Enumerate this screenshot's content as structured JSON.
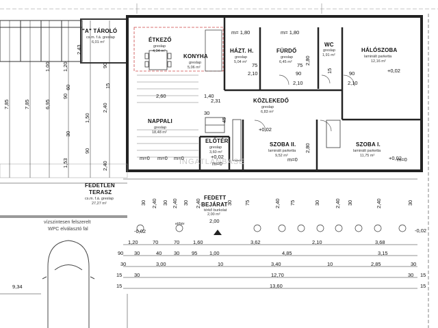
{
  "rooms": {
    "tarolo": {
      "name": "\"A\" TÁROLÓ",
      "sub1": "cs.m. f.á. greslap",
      "sub2": "6,01 m²"
    },
    "etkezo": {
      "name": "ÉTKEZŐ",
      "sub1": "greslap",
      "sub2": "4,94 m²"
    },
    "konyha": {
      "name": "KONYHA",
      "sub1": "greslap",
      "sub2": "5,06 m²"
    },
    "haztar": {
      "name": "HÁZT. H.",
      "sub1": "greslap",
      "sub2": "5,04 m²"
    },
    "furdo": {
      "name": "FÜRDŐ",
      "sub1": "greslap",
      "sub2": "6,45 m²"
    },
    "wc": {
      "name": "WC",
      "sub1": "greslap",
      "sub2": "1,91 m²"
    },
    "haloszoba": {
      "name": "HÁLÓSZOBA",
      "sub1": "laminált parketta",
      "sub2": "12,16 m²"
    },
    "kozlekedo": {
      "name": "KÖZLEKEDŐ",
      "sub1": "greslap",
      "sub2": "6,83 m²"
    },
    "nappali": {
      "name": "NAPPALI",
      "sub1": "greslap",
      "sub2": "18,48 m²"
    },
    "eloter": {
      "name": "ELŐTÉR",
      "sub1": "greslap",
      "sub2": "3,60 m²"
    },
    "szoba2": {
      "name": "SZOBA II.",
      "sub1": "laminált parketta",
      "sub2": "9,52 m²"
    },
    "szoba1": {
      "name": "SZOBA I.",
      "sub1": "laminált parketta",
      "sub2": "11,75 m²"
    },
    "terasz": {
      "name": "FEDETLEN",
      "name2": "TERASZ",
      "sub1": "cs.m. f.á. greslap",
      "sub2": "27,27 m²"
    },
    "bejarat": {
      "name": "FEDETT",
      "name2": "BEJÁRAT",
      "sub1": "térkő burkolat",
      "sub2": "2,00 m²"
    }
  },
  "notes": {
    "fence": "vízszintesen felszerelt",
    "fence2": "WPC elválasztó fal",
    "eloter_outside": "előtér",
    "watermark": "INGATLANBASE"
  },
  "levels": {
    "m180a": "m= 1,80",
    "m180b": "m= 1,80",
    "m0a": "m=0",
    "m0b": "m=0",
    "m0c": "m=0",
    "m0d": "m=0",
    "m0e": "m=0",
    "m0f": "m=0",
    "p002a": "+0,02",
    "p002b": "+0,02",
    "p002c": "+0,02",
    "p002d": "+0,02",
    "n002a": "-0,02",
    "n002b": "-0,02"
  },
  "dims_bottom": {
    "row1": [
      "1,20",
      "70",
      "70",
      "1,60",
      "3,62",
      "2,10",
      "3,68"
    ],
    "row2": [
      "90",
      "30",
      "40",
      "30",
      "95",
      "1,00",
      "4,85",
      "3,15"
    ],
    "row3": [
      "30",
      "3,00",
      "10",
      "3,40",
      "10",
      "2,85",
      "30"
    ],
    "row4": [
      "15",
      "30",
      "12,70",
      "30",
      "15"
    ],
    "row5": [
      "15",
      "13,60",
      "15"
    ],
    "bejarat_width": "2,00",
    "left_total": "9,34"
  },
  "dims_upper": {
    "t1": "30",
    "t2": "2,40",
    "t3": "30",
    "t4": "2,40",
    "t5": "30",
    "t6": "2,40",
    "t7": "30",
    "t8": "75",
    "t9": "2,40",
    "t10": "75",
    "t11": "30",
    "t12": "2,40",
    "t13": "30",
    "t14": "2,40",
    "t15": "30"
  },
  "dims_left": {
    "v785a": "7,85",
    "v785b": "7,85",
    "v695": "6,95",
    "v120": "1,20",
    "v100": "1,00",
    "v150": "1,50",
    "v153": "1,53",
    "v90a": "90",
    "v90b": "90",
    "v90c": "90",
    "v60": "60",
    "v30": "30",
    "v240a": "2,40",
    "v240b": "2,40",
    "v243": "2,43",
    "v15": "15"
  },
  "dims_inner": {
    "d75a": "75",
    "d75b": "75",
    "d210a": "2,10",
    "d210b": "2,10",
    "d210c": "2,10",
    "d90a": "90",
    "d90b": "90",
    "d280a": "2,80",
    "d280b": "2,80",
    "d260": "2,60",
    "d231": "2,31",
    "d140": "1,40",
    "d30": "30",
    "d15": "15",
    "d45": "45"
  }
}
